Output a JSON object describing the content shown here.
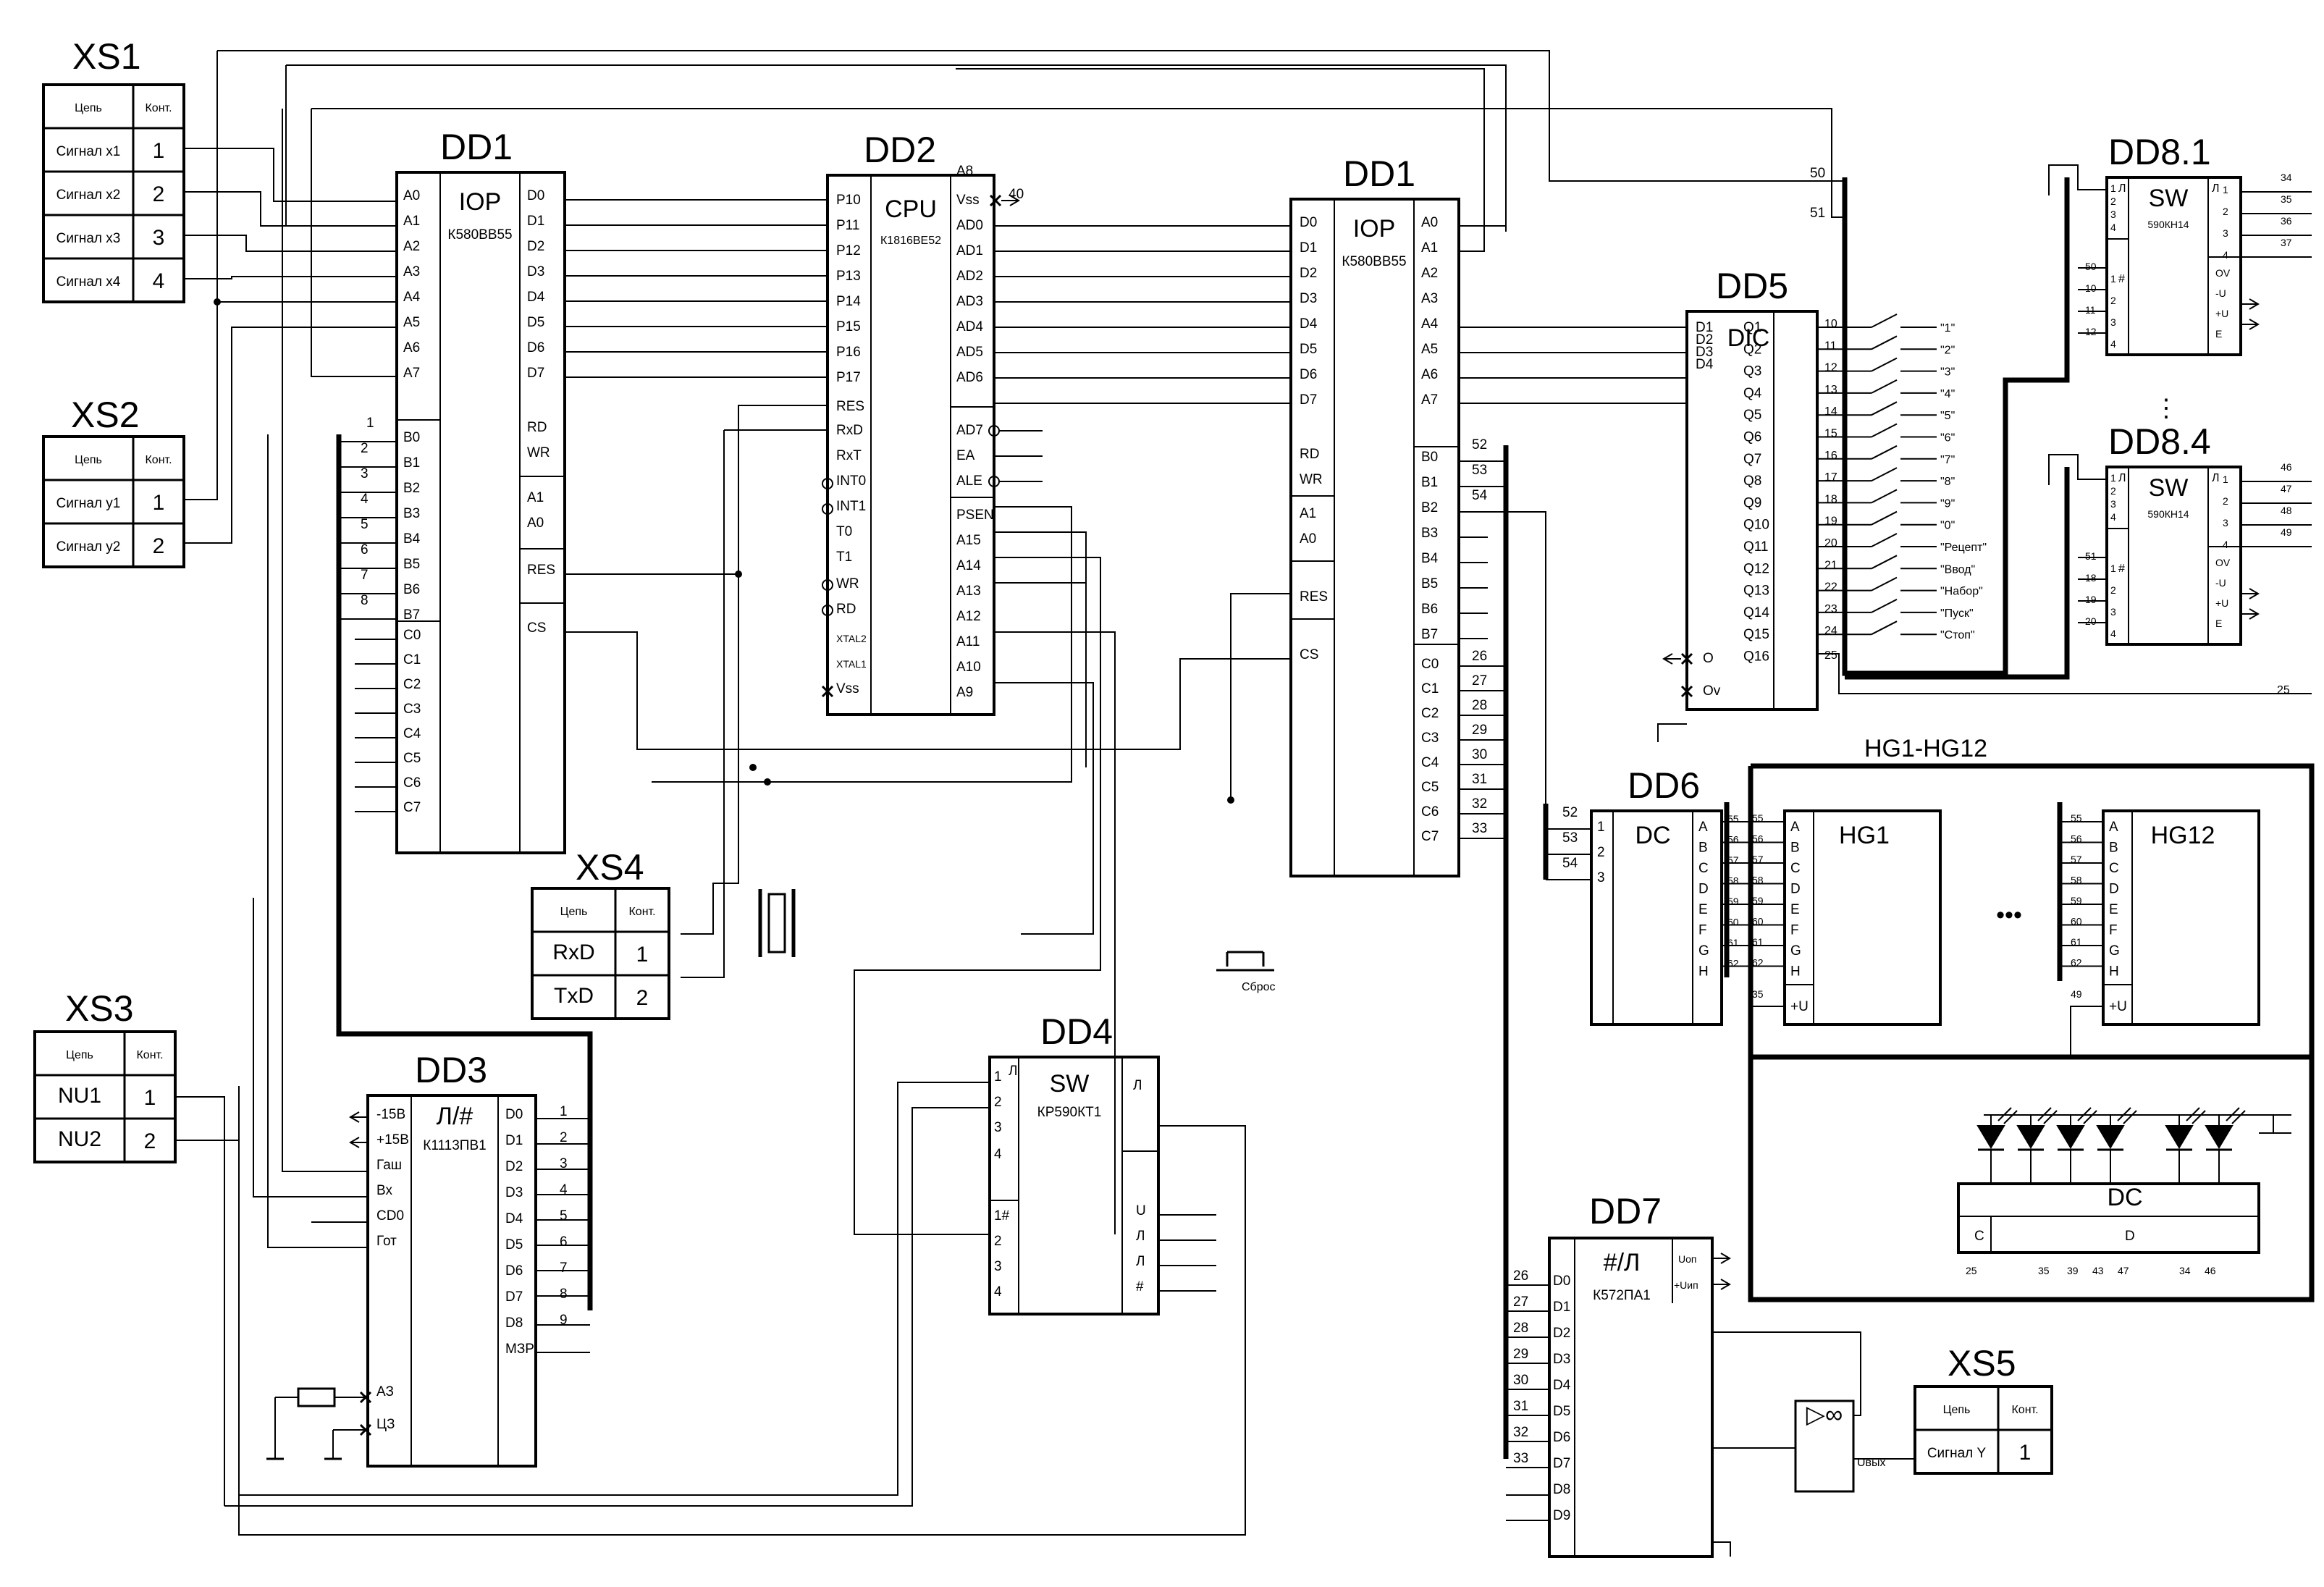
{
  "colors": {
    "ink": "#000000",
    "paper": "#ffffff"
  },
  "connectors": {
    "xs1": {
      "title": "XS1",
      "col_chain": "Цепь",
      "col_contact": "Конт.",
      "rows": [
        {
          "net": "Сигнал x1",
          "pin": "1"
        },
        {
          "net": "Сигнал x2",
          "pin": "2"
        },
        {
          "net": "Сигнал x3",
          "pin": "3"
        },
        {
          "net": "Сигнал x4",
          "pin": "4"
        }
      ]
    },
    "xs2": {
      "title": "XS2",
      "col_chain": "Цепь",
      "col_contact": "Конт.",
      "rows": [
        {
          "net": "Сигнал y1",
          "pin": "1"
        },
        {
          "net": "Сигнал y2",
          "pin": "2"
        }
      ]
    },
    "xs3": {
      "title": "XS3",
      "col_chain": "Цепь",
      "col_contact": "Конт.",
      "rows": [
        {
          "net": "NU1",
          "pin": "1"
        },
        {
          "net": "NU2",
          "pin": "2"
        }
      ]
    },
    "xs4": {
      "title": "XS4",
      "col_chain": "Цепь",
      "col_contact": "Конт.",
      "rows": [
        {
          "net": "RxD",
          "pin": "1"
        },
        {
          "net": "TxD",
          "pin": "2"
        }
      ]
    },
    "xs5": {
      "title": "XS5",
      "col_chain": "Цепь",
      "col_contact": "Конт.",
      "rows": [
        {
          "net": "Сигнал Y",
          "pin": "1"
        }
      ]
    }
  },
  "chips": {
    "dd1a": {
      "ref": "DD1",
      "func": "IOP",
      "part": "К580ВВ55",
      "left_pins": [
        "A0",
        "A1",
        "A2",
        "A3",
        "A4",
        "A5",
        "A6",
        "A7",
        "B0",
        "B1",
        "B2",
        "B3",
        "B4",
        "B5",
        "B6",
        "B7",
        "C0",
        "C1",
        "C2",
        "C3",
        "C4",
        "C5",
        "C6",
        "C7"
      ],
      "right_pins": [
        "D0",
        "D1",
        "D2",
        "D3",
        "D4",
        "D5",
        "D6",
        "D7",
        "RD",
        "WR",
        "A1",
        "A0",
        "RES",
        "CS"
      ],
      "b_numbers": [
        "1",
        "2",
        "3",
        "4",
        "5",
        "6",
        "7",
        "8"
      ]
    },
    "dd2": {
      "ref": "DD2",
      "func": "CPU",
      "part": "К1816ВЕ52",
      "left_pins": [
        "P10",
        "P11",
        "P12",
        "P13",
        "P14",
        "P15",
        "P16",
        "P17",
        "RES",
        "RxD",
        "RxT",
        "INT0",
        "INT1",
        "T0",
        "T1",
        "WR",
        "RD",
        "XTAL2",
        "XTAL1",
        "Vss"
      ],
      "right_pins": [
        "Vss",
        "AD0",
        "AD1",
        "AD2",
        "AD3",
        "AD4",
        "AD5",
        "AD6",
        "AD7",
        "EA",
        "ALE",
        "PSEN",
        "A15",
        "A14",
        "A13",
        "A12",
        "A11",
        "A10",
        "A9",
        "A8"
      ],
      "vss_num": "40"
    },
    "dd1b": {
      "ref": "DD1",
      "func": "IOP",
      "part": "К580ВВ55",
      "left_pins": [
        "D0",
        "D1",
        "D2",
        "D3",
        "D4",
        "D5",
        "D6",
        "D7",
        "RD",
        "WR",
        "A1",
        "A0",
        "RES",
        "CS"
      ],
      "right_pins": [
        "A0",
        "A1",
        "A2",
        "A3",
        "A4",
        "A5",
        "A6",
        "A7",
        "B0",
        "B1",
        "B2",
        "B3",
        "B4",
        "B5",
        "B6",
        "B7",
        "C0",
        "C1",
        "C2",
        "C3",
        "C4",
        "C5",
        "C6",
        "C7"
      ],
      "b_numbers": [
        "52",
        "53",
        "54"
      ],
      "c_numbers": [
        "26",
        "27",
        "28",
        "29",
        "30",
        "31",
        "32",
        "33"
      ]
    },
    "dd3": {
      "ref": "DD3",
      "func": "Л/#",
      "part": "К1113ПВ1",
      "left_pins": [
        "-15В",
        "+15В",
        "Гаш",
        "Вх",
        "CD0",
        "Гот",
        "АЗ",
        "ЦЗ"
      ],
      "right_pins": [
        "D0",
        "D1",
        "D2",
        "D3",
        "D4",
        "D5",
        "D6",
        "D7",
        "D8",
        "МЗР"
      ],
      "numbers": [
        "1",
        "2",
        "3",
        "4",
        "5",
        "6",
        "7",
        "8",
        "9"
      ]
    },
    "dd4": {
      "ref": "DD4",
      "func": "SW",
      "part": "КР590КТ1",
      "left_top_label": "Л",
      "right_top_label": "Л",
      "left_pins": [
        "1",
        "2",
        "3",
        "4",
        "1#",
        "2",
        "3",
        "4"
      ],
      "right_pins": [
        "U",
        "Л",
        "Л",
        "#"
      ]
    },
    "dd5": {
      "ref": "DD5",
      "func": "DIC",
      "left_pins": [
        "D1",
        "D2",
        "D3",
        "D4"
      ],
      "bottom_pins": [
        "O",
        "Ov"
      ],
      "right_pins": [
        "Q1",
        "Q2",
        "Q3",
        "Q4",
        "Q5",
        "Q6",
        "Q7",
        "Q8",
        "Q9",
        "Q10",
        "Q11",
        "Q12",
        "Q13",
        "Q14",
        "Q15",
        "Q16"
      ],
      "numbers": [
        "10",
        "11",
        "12",
        "13",
        "14",
        "15",
        "16",
        "17",
        "18",
        "19",
        "20",
        "21",
        "22",
        "23",
        "24"
      ],
      "keys": [
        "\"1\"",
        "\"2\"",
        "\"3\"",
        "\"4\"",
        "\"5\"",
        "\"6\"",
        "\"7\"",
        "\"8\"",
        "\"9\"",
        "\"0\"",
        "\"Рецепт\"",
        "\"Ввод\"",
        "\"Набор\"",
        "\"Пуск\"",
        "\"Стоп\""
      ],
      "bus_50": "50",
      "bus_51": "51",
      "q16_num": "25"
    },
    "dd6": {
      "ref": "DD6",
      "func": "DC",
      "left_pins": [
        "1",
        "2",
        "3"
      ],
      "left_numbers": [
        "52",
        "53",
        "54"
      ],
      "right_pins": [
        "A",
        "B",
        "C",
        "D",
        "E",
        "F",
        "G",
        "H"
      ],
      "right_numbers": [
        "55",
        "56",
        "57",
        "58",
        "59",
        "60",
        "61",
        "62"
      ]
    },
    "dd7": {
      "ref": "DD7",
      "func": "#/Л",
      "part": "К572ПА1",
      "left_pins": [
        "D0",
        "D1",
        "D2",
        "D3",
        "D4",
        "D5",
        "D6",
        "D7",
        "D8",
        "D9"
      ],
      "left_numbers": [
        "26",
        "27",
        "28",
        "29",
        "30",
        "31",
        "32",
        "33"
      ],
      "right_pins": [
        "Uоп",
        "+Uип"
      ],
      "opamp_label": "▷∞",
      "out_label": "Uвых"
    },
    "dd81": {
      "ref": "DD8.1",
      "func": "SW",
      "part": "590КН14",
      "left_top": [
        "1",
        "2",
        "3",
        "4"
      ],
      "left_bottom": [
        "1",
        "2",
        "3",
        "4"
      ],
      "left_top_mark": "Л",
      "left_bottom_mark": "#",
      "right_pins": [
        "1",
        "2",
        "3",
        "4",
        "OV",
        "-U",
        "+U",
        "E"
      ],
      "right_mark": "Л",
      "out_numbers": [
        "34",
        "35",
        "36",
        "37"
      ],
      "in_numbers": [
        "50",
        "10",
        "11",
        "12"
      ]
    },
    "dd84": {
      "ref": "DD8.4",
      "func": "SW",
      "part": "590КН14",
      "left_top": [
        "1",
        "2",
        "3",
        "4"
      ],
      "left_bottom": [
        "1",
        "2",
        "3",
        "4"
      ],
      "left_top_mark": "Л",
      "left_bottom_mark": "#",
      "right_pins": [
        "1",
        "2",
        "3",
        "4",
        "OV",
        "-U",
        "+U",
        "E"
      ],
      "right_mark": "Л",
      "out_numbers": [
        "46",
        "47",
        "48",
        "49"
      ],
      "in_numbers": [
        "51",
        "18",
        "19",
        "20"
      ]
    },
    "hg1": {
      "ref": "HG1",
      "pins": [
        "A",
        "B",
        "C",
        "D",
        "E",
        "F",
        "G",
        "H",
        "+U"
      ],
      "numbers": [
        "55",
        "56",
        "57",
        "58",
        "59",
        "60",
        "61",
        "62"
      ],
      "u_num": "35"
    },
    "hg12": {
      "ref": "HG12",
      "pins": [
        "A",
        "B",
        "C",
        "D",
        "E",
        "F",
        "G",
        "H",
        "+U"
      ],
      "numbers": [
        "55",
        "56",
        "57",
        "58",
        "59",
        "60",
        "61",
        "62"
      ],
      "u_num": "49"
    },
    "dc_led": {
      "name": "DC",
      "c_label": "C",
      "d_label": "D",
      "numbers": [
        "25",
        "35",
        "39",
        "43",
        "47",
        "34",
        "46"
      ]
    }
  },
  "group_label": "HG1-HG12",
  "reset_label": "Сброс",
  "dd8_dots": "⋮",
  "hg_dots": "•••",
  "q16_net": "25"
}
